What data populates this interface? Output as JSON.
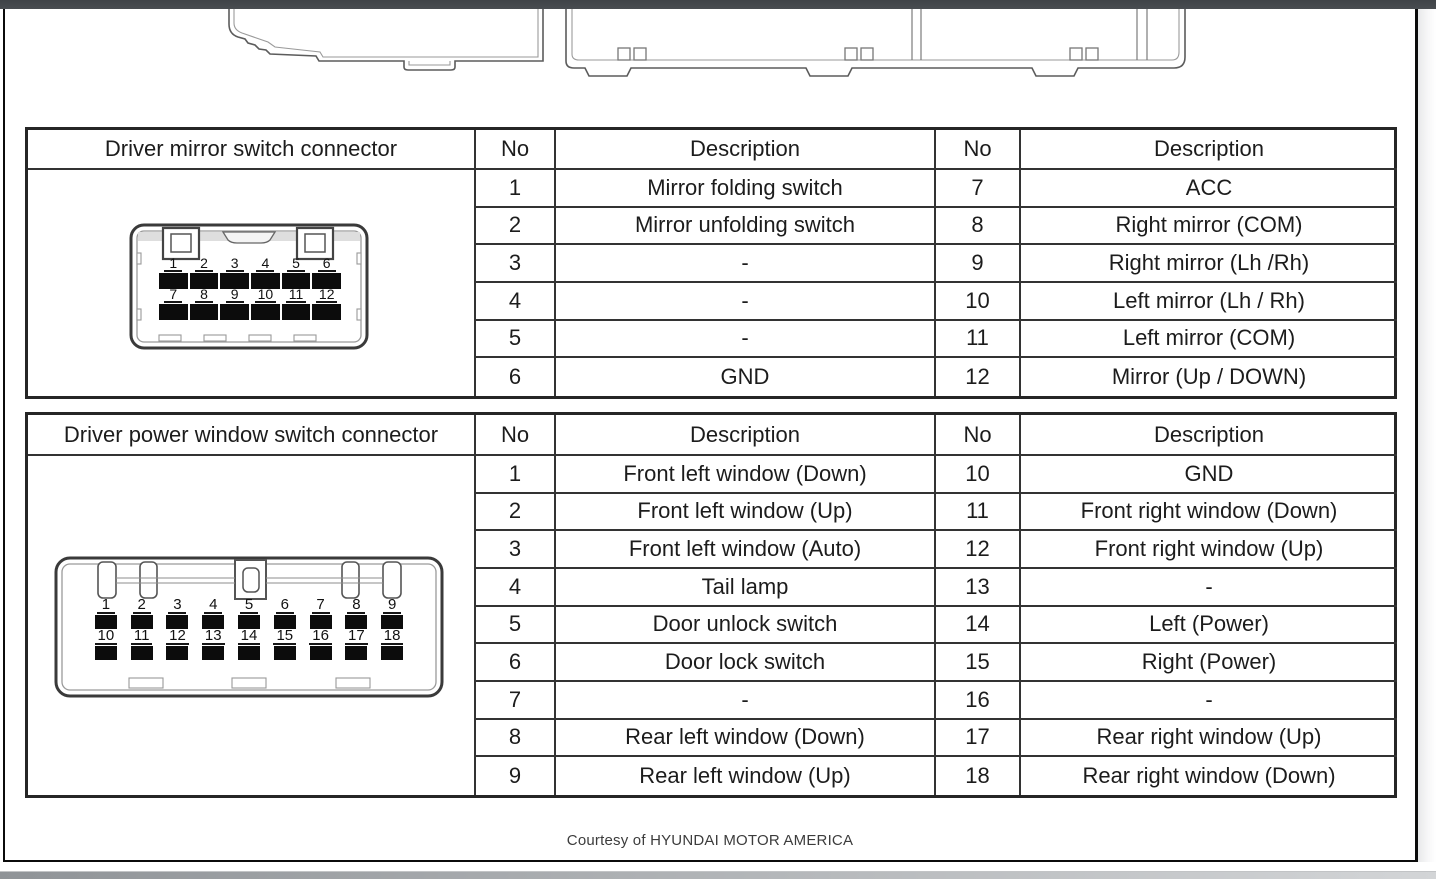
{
  "page": {
    "caption": "Courtesy of HYUNDAI MOTOR AMERICA"
  },
  "colors": {
    "top_bar": "#45494d",
    "frame_border": "#0b0b0b",
    "table_border": "#333333",
    "pin_fill": "#0c0c0c",
    "bottom_bar_left": "#8f9397",
    "bottom_bar_right": "#d3d5d7"
  },
  "mirror_table": {
    "title": "Driver mirror switch connector",
    "headers": {
      "no": "No",
      "description": "Description"
    },
    "left_rows": [
      {
        "no": "1",
        "desc": "Mirror folding switch"
      },
      {
        "no": "2",
        "desc": "Mirror unfolding switch"
      },
      {
        "no": "3",
        "desc": "-"
      },
      {
        "no": "4",
        "desc": "-"
      },
      {
        "no": "5",
        "desc": "-"
      },
      {
        "no": "6",
        "desc": "GND"
      }
    ],
    "right_rows": [
      {
        "no": "7",
        "desc": "ACC"
      },
      {
        "no": "8",
        "desc": "Right mirror (COM)"
      },
      {
        "no": "9",
        "desc": "Right mirror (Lh /Rh)"
      },
      {
        "no": "10",
        "desc": "Left mirror (Lh / Rh)"
      },
      {
        "no": "11",
        "desc": "Left mirror (COM)"
      },
      {
        "no": "12",
        "desc": "Mirror (Up / DOWN)"
      }
    ],
    "connector_pins_top": [
      "1",
      "2",
      "3",
      "4",
      "5",
      "6"
    ],
    "connector_pins_bottom": [
      "7",
      "8",
      "9",
      "10",
      "11",
      "12"
    ]
  },
  "window_table": {
    "title": "Driver power window switch connector",
    "headers": {
      "no": "No",
      "description": "Description"
    },
    "left_rows": [
      {
        "no": "1",
        "desc": "Front left window (Down)"
      },
      {
        "no": "2",
        "desc": "Front left window (Up)"
      },
      {
        "no": "3",
        "desc": "Front left window (Auto)"
      },
      {
        "no": "4",
        "desc": "Tail lamp"
      },
      {
        "no": "5",
        "desc": "Door unlock switch"
      },
      {
        "no": "6",
        "desc": "Door lock switch"
      },
      {
        "no": "7",
        "desc": "-"
      },
      {
        "no": "8",
        "desc": "Rear left window (Down)"
      },
      {
        "no": "9",
        "desc": "Rear left window (Up)"
      }
    ],
    "right_rows": [
      {
        "no": "10",
        "desc": "GND"
      },
      {
        "no": "11",
        "desc": "Front right window (Down)"
      },
      {
        "no": "12",
        "desc": "Front right window (Up)"
      },
      {
        "no": "13",
        "desc": "-"
      },
      {
        "no": "14",
        "desc": "Left (Power)"
      },
      {
        "no": "15",
        "desc": "Right (Power)"
      },
      {
        "no": "16",
        "desc": "-"
      },
      {
        "no": "17",
        "desc": "Rear right window (Up)"
      },
      {
        "no": "18",
        "desc": "Rear right window (Down)"
      }
    ],
    "connector_pins_top": [
      "1",
      "2",
      "3",
      "4",
      "5",
      "6",
      "7",
      "8",
      "9"
    ],
    "connector_pins_bottom": [
      "10",
      "11",
      "12",
      "13",
      "14",
      "15",
      "16",
      "17",
      "18"
    ]
  }
}
